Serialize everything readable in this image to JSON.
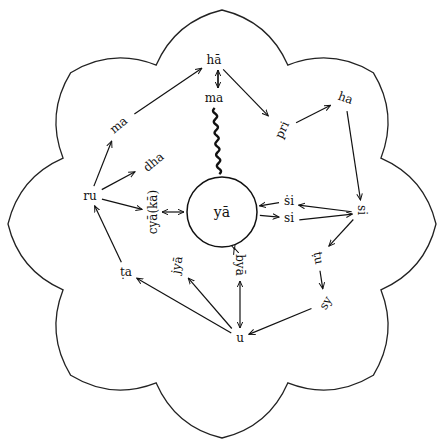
{
  "diagram": {
    "nodes": [
      {
        "text": [
          "hā"
        ]
      },
      {
        "text": [
          "ma"
        ]
      },
      {
        "text": [
          "pri"
        ]
      },
      {
        "text": [
          "ha"
        ]
      },
      {
        "text": [
          "ma"
        ]
      },
      {
        "text": [
          "dha"
        ]
      },
      {
        "text": [
          "yā"
        ]
      },
      {
        "text": [
          "ru"
        ]
      },
      {
        "text": [
          "cyā(kā)"
        ]
      },
      {
        "text": [
          "ṡi"
        ]
      },
      {
        "text": [
          "si"
        ]
      },
      {
        "text": [
          "si"
        ]
      },
      {
        "text": [
          "ṭu"
        ]
      },
      {
        "text": [
          "sy"
        ]
      },
      {
        "text": [
          "jyā"
        ]
      },
      {
        "text": [
          "byā"
        ]
      },
      {
        "text": [
          "ṭa"
        ]
      },
      {
        "text": [
          "u"
        ]
      }
    ],
    "edges": [
      {
        "from": 0,
        "to": 1,
        "arrow": "to"
      },
      {
        "from": 1,
        "to": 0,
        "arrow": "to"
      },
      {
        "from": 1,
        "to": 6,
        "arrow": "none"
      },
      {
        "from": 0,
        "to": 2,
        "arrow": "to"
      },
      {
        "from": 2,
        "to": 3,
        "arrow": "to"
      },
      {
        "from": 3,
        "to": 11,
        "arrow": "to"
      },
      {
        "from": 11,
        "to": 9,
        "arrow": "to"
      },
      {
        "from": 10,
        "to": 11,
        "arrow": "to"
      },
      {
        "from": 9,
        "to": 6,
        "arrow": "to"
      },
      {
        "from": 6,
        "to": 10,
        "arrow": "to"
      },
      {
        "from": 11,
        "to": 12,
        "arrow": "to"
      },
      {
        "from": 12,
        "to": 13,
        "arrow": "to"
      },
      {
        "from": 13,
        "to": 17,
        "arrow": "to"
      },
      {
        "from": 17,
        "to": 15,
        "arrow": "both"
      },
      {
        "from": 15,
        "to": 6,
        "arrow": "both"
      },
      {
        "from": 17,
        "to": 14,
        "arrow": "to"
      },
      {
        "from": 17,
        "to": 16,
        "arrow": "to"
      },
      {
        "from": 16,
        "to": 7,
        "arrow": "to"
      },
      {
        "from": 7,
        "to": 8,
        "arrow": "to"
      },
      {
        "from": 8,
        "to": 6,
        "arrow": "both"
      },
      {
        "from": 7,
        "to": 5,
        "arrow": "to"
      },
      {
        "from": 7,
        "to": 4,
        "arrow": "to"
      },
      {
        "from": 4,
        "to": 0,
        "arrow": "to"
      }
    ]
  }
}
